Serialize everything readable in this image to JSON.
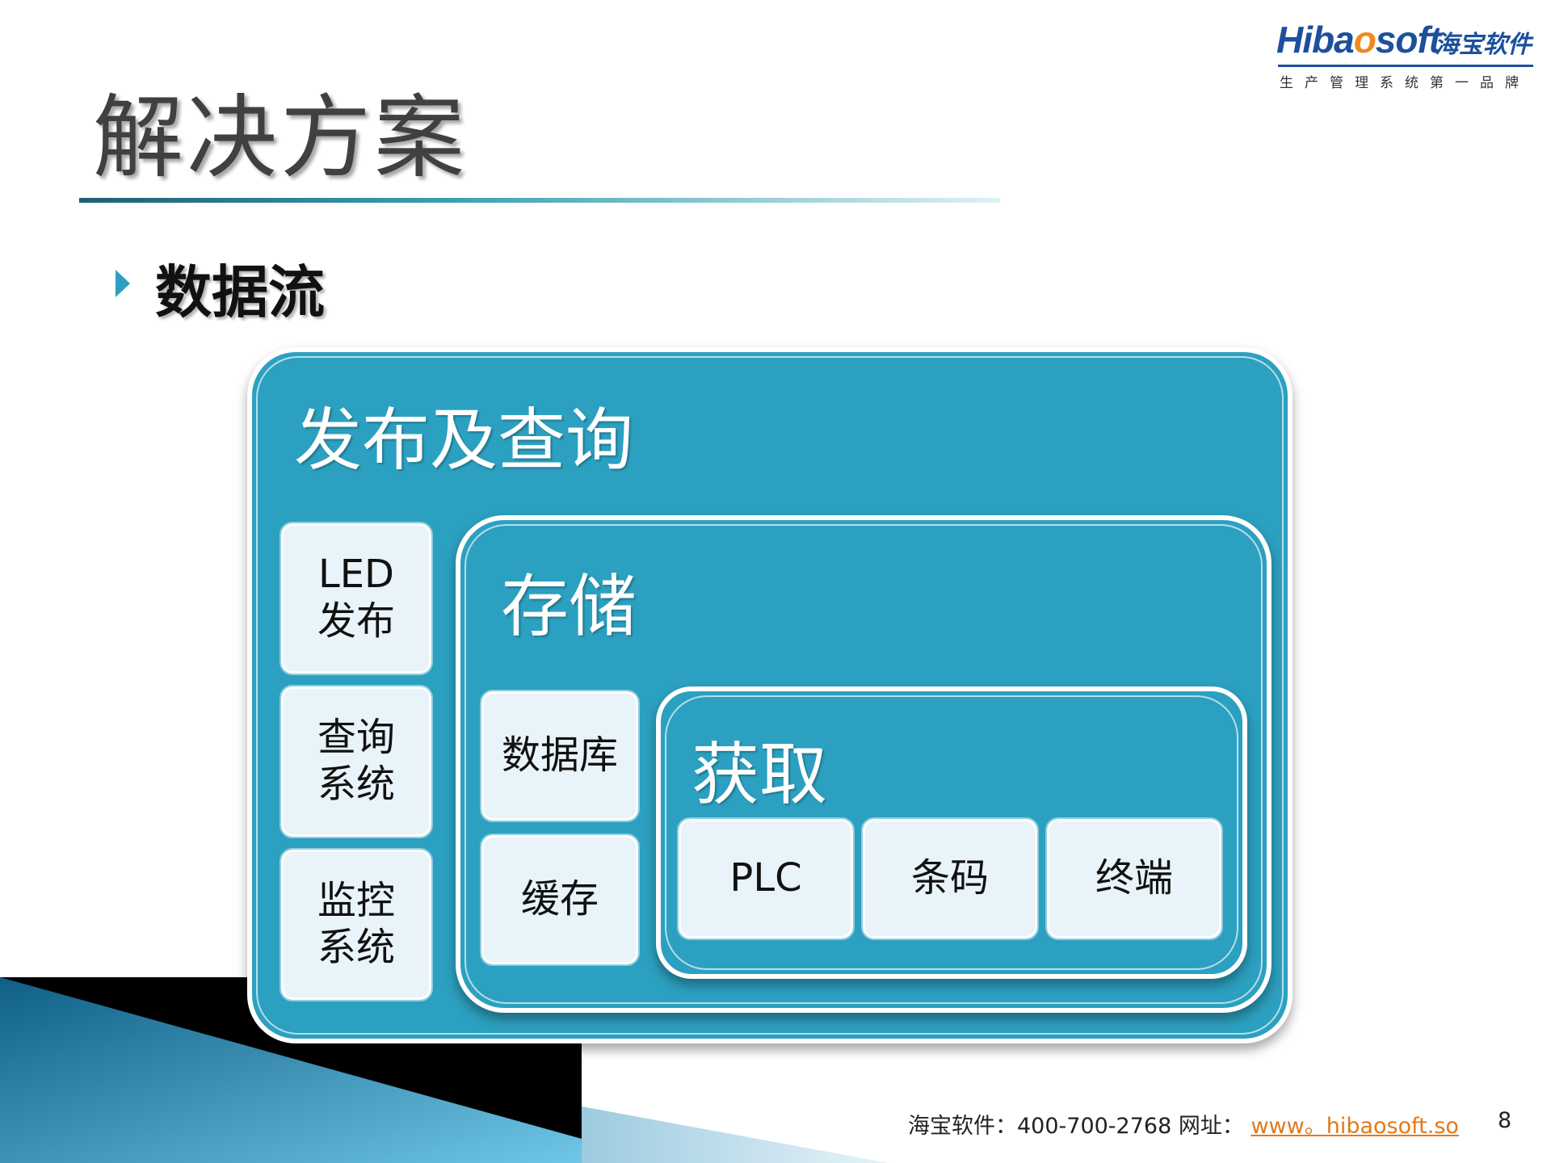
{
  "logo": {
    "word_prefix": "Hiba",
    "word_o": "o",
    "word_suffix": "soft",
    "cn_name": "海宝软件",
    "slogan": "生产管理系统第一品牌"
  },
  "title": "解决方案",
  "bullet": "数据流",
  "diagram": {
    "outer_label": "发布及查询",
    "left_boxes": [
      "LED\n发布",
      "查询\n系统",
      "监控\n系统"
    ],
    "middle_label": "存储",
    "middle_boxes": [
      "数据库",
      "缓存"
    ],
    "inner_label": "获取",
    "inner_boxes": [
      "PLC",
      "条码",
      "终端"
    ]
  },
  "footer": {
    "company": "海宝软件：400-700-2768",
    "site_label": "网址：",
    "url": "www。hibaosoft.so"
  },
  "page_number": "8",
  "colors": {
    "panel": "#2ca0c0",
    "box": "#e8f4f9",
    "logo_blue": "#1d4f9c",
    "logo_orange": "#f08a1e",
    "link": "#e07a1a"
  }
}
